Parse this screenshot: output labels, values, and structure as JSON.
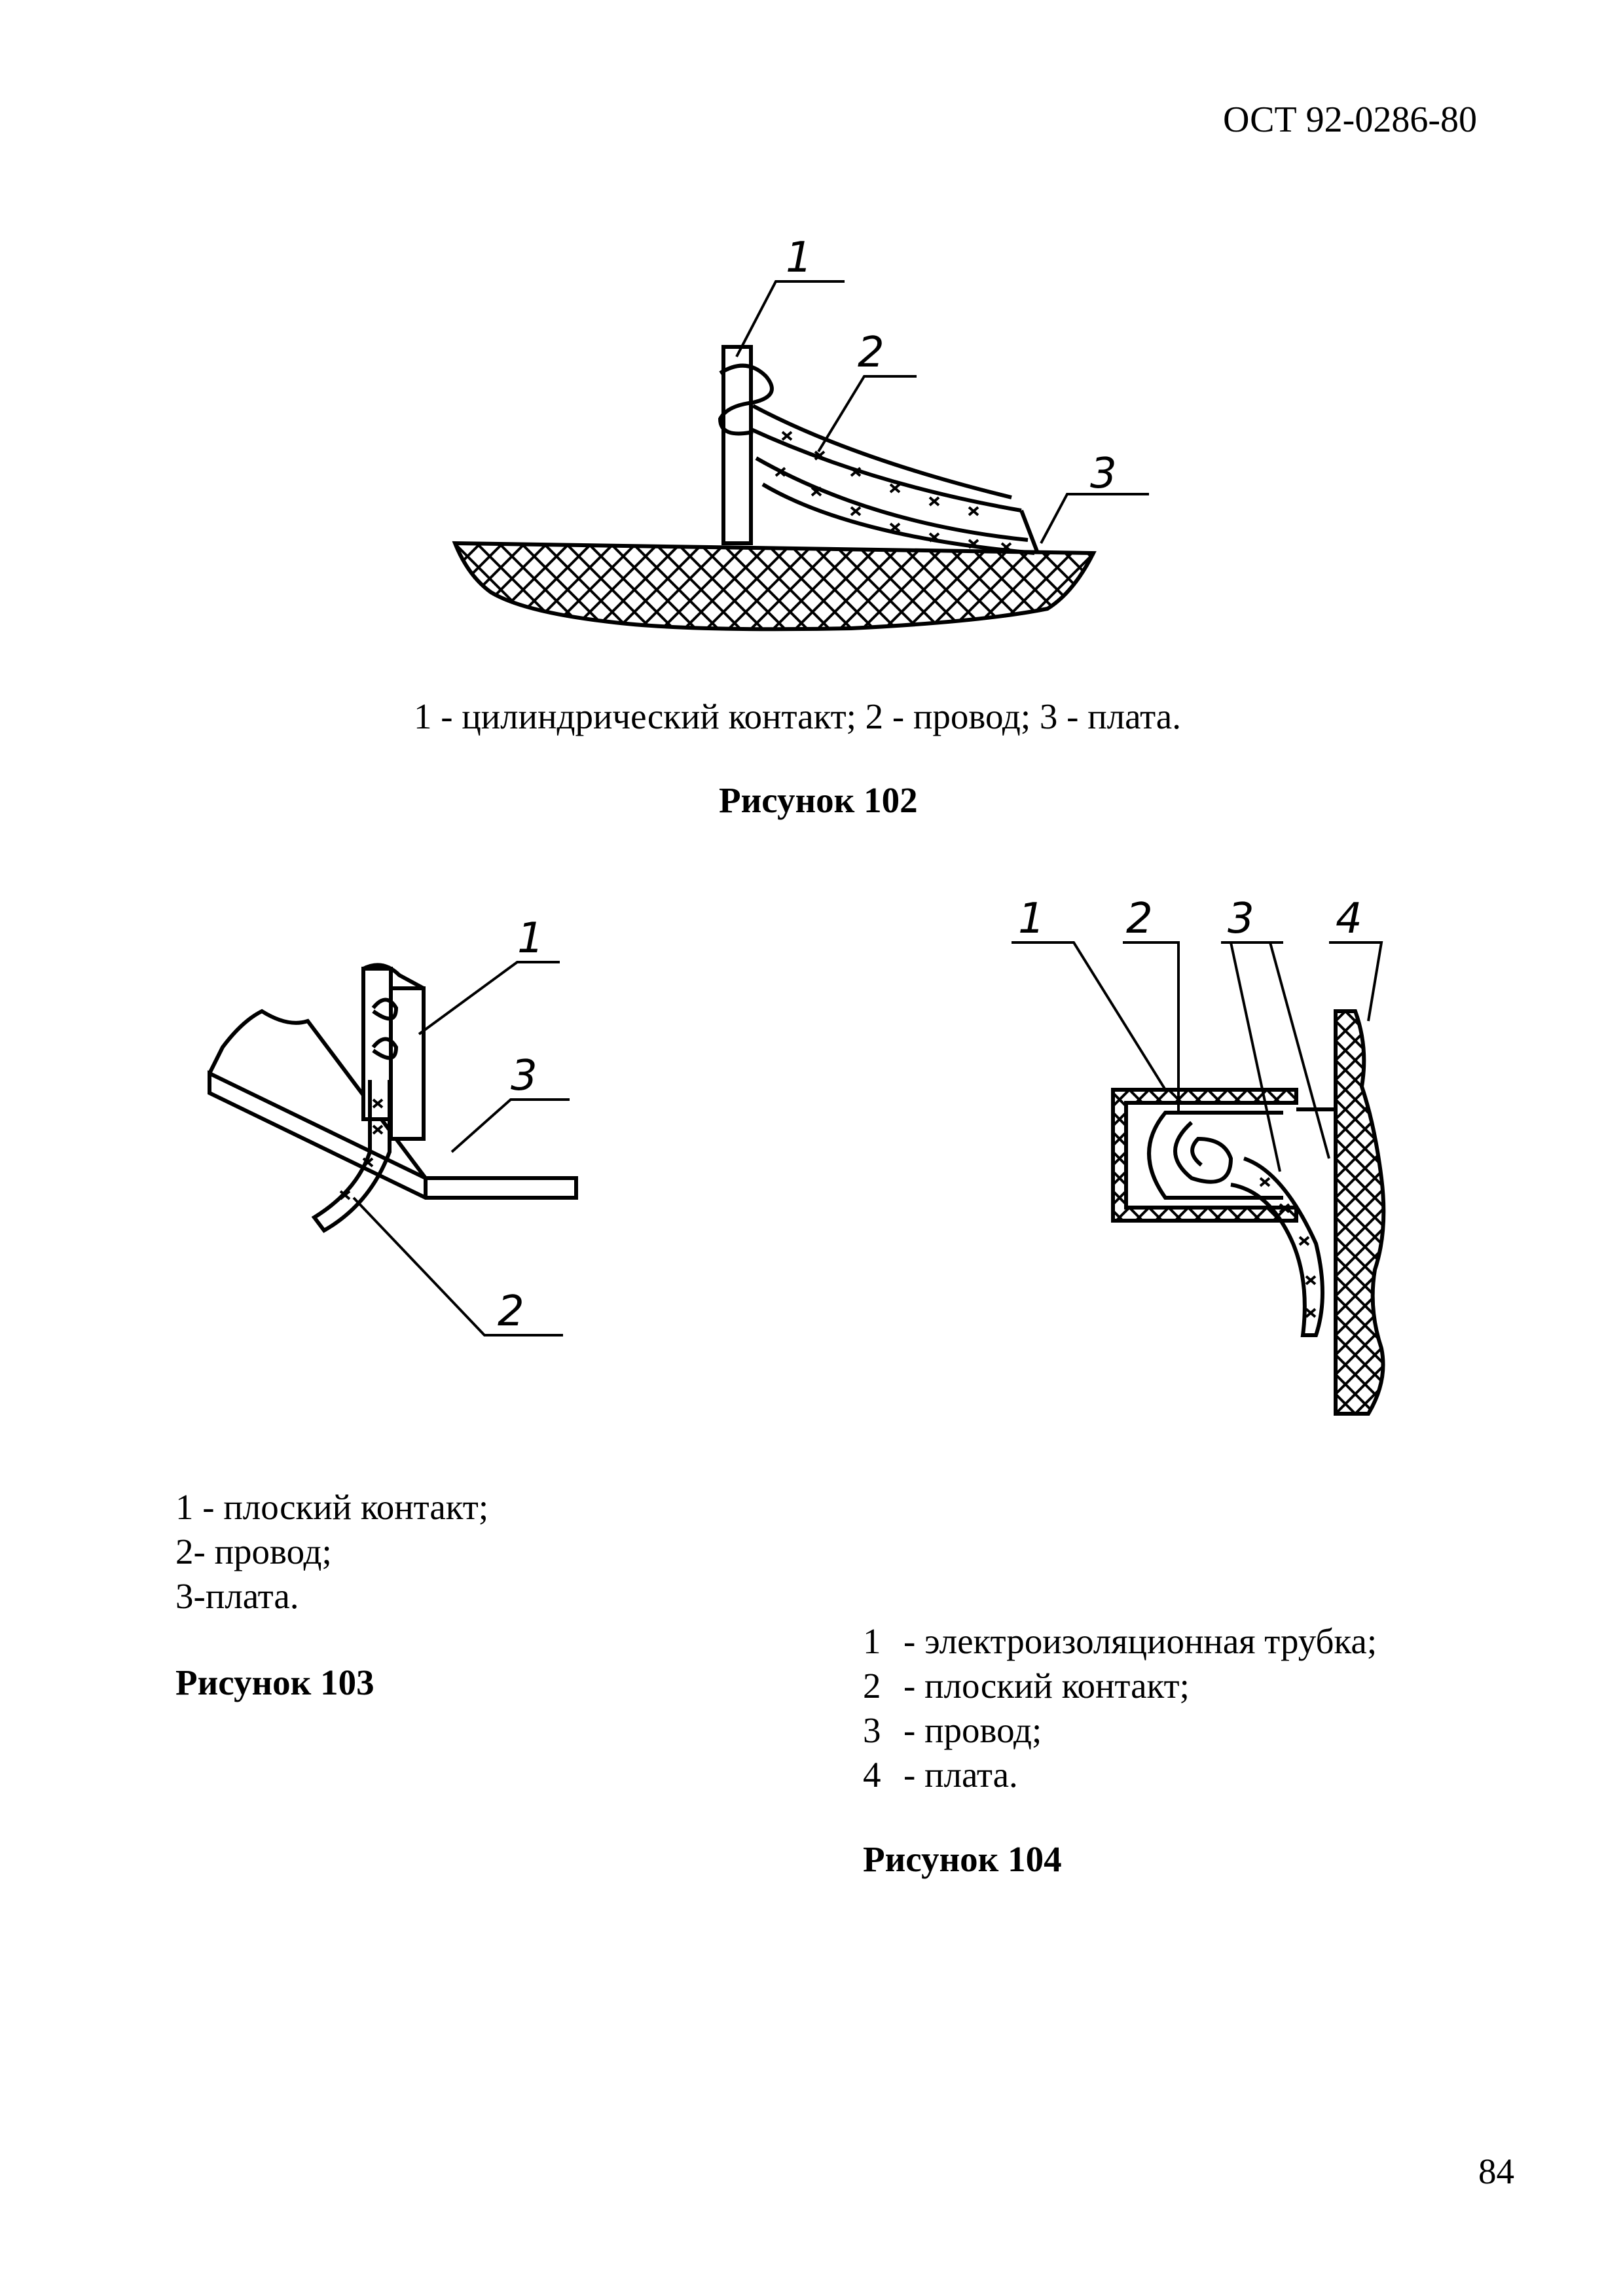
{
  "header": {
    "doc_code": "ОСТ 92-0286-80"
  },
  "figure102": {
    "callouts": [
      "1",
      "2",
      "3"
    ],
    "legend": "1 - цилиндрический контакт; 2 - провод; 3 - плата.",
    "caption": "Рисунок 102"
  },
  "figure103": {
    "callouts": [
      "1",
      "3",
      "2"
    ],
    "legend": [
      "1 - плоский контакт;",
      "2- провод;",
      "3-плата."
    ],
    "caption": "Рисунок 103"
  },
  "figure104": {
    "callouts": [
      "1",
      "2",
      "3",
      "4"
    ],
    "legend": [
      {
        "num": "1",
        "text": "- электроизоляционная трубка;"
      },
      {
        "num": "2",
        "text": "- плоский контакт;"
      },
      {
        "num": "3",
        "text": "- провод;"
      },
      {
        "num": "4",
        "text": "- плата."
      }
    ],
    "caption": "Рисунок 104"
  },
  "footer": {
    "page_number": "84"
  }
}
